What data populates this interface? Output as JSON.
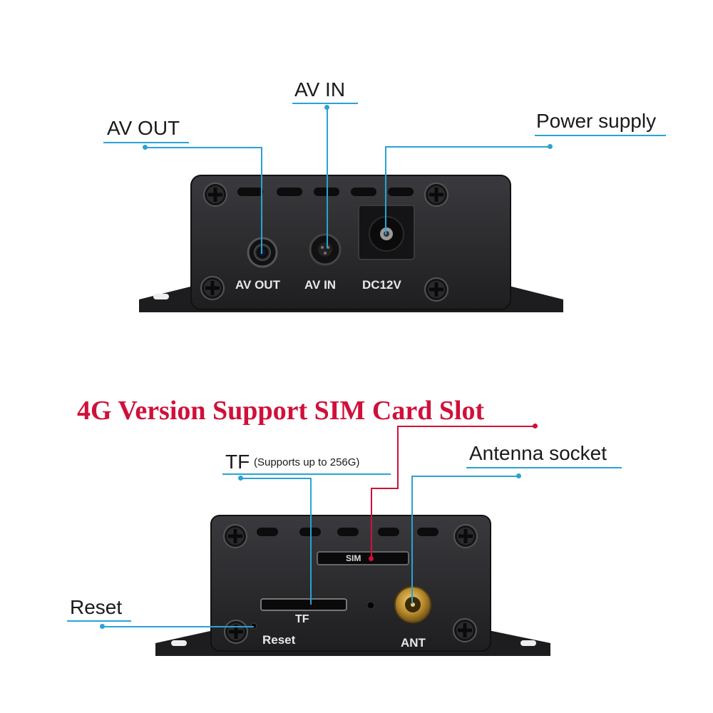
{
  "top_device": {
    "callouts": {
      "av_out": "AV OUT",
      "av_in": "AV IN",
      "power_supply": "Power supply"
    },
    "panel_labels": {
      "av_out": "AV  OUT",
      "av_in": "AV  IN",
      "dc": "DC12V"
    }
  },
  "bottom_device": {
    "headline": "4G Version Support SIM Card Slot",
    "callouts": {
      "tf": "TF",
      "tf_note": "(Supports up to 256G)",
      "antenna": "Antenna socket",
      "reset": "Reset"
    },
    "panel_labels": {
      "sim": "SIM",
      "tf": "TF",
      "reset": "Reset",
      "ant": "ANT"
    }
  },
  "colors": {
    "callout_line": "#2aa2d6",
    "headline": "#d0103a",
    "device_body": "#2b2b2e"
  }
}
